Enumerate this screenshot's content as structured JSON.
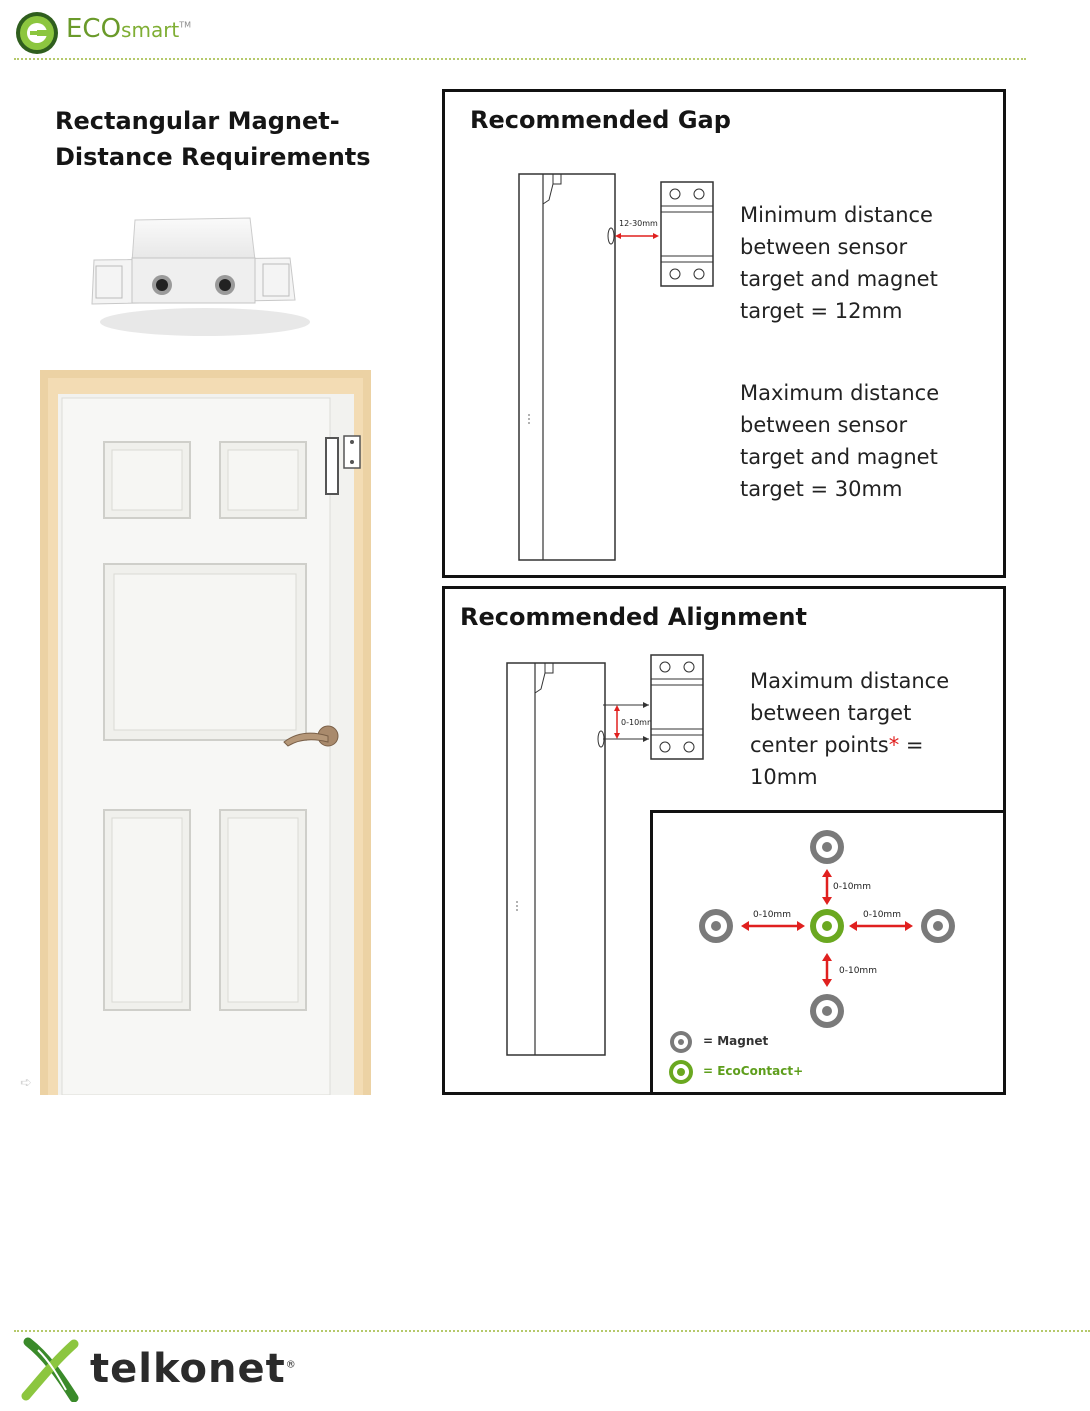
{
  "header": {
    "brand_main": "ECO",
    "brand_small": "smart",
    "brand_tm": "TM"
  },
  "left": {
    "title_line1": "Rectangular Magnet-",
    "title_line2": "Distance Requirements"
  },
  "gap_panel": {
    "title": "Recommended Gap",
    "dim_label": "12-30mm",
    "min_text": [
      "Minimum distance",
      "between sensor",
      "target and magnet",
      "target = 12mm"
    ],
    "max_text": [
      "Maximum distance",
      "between sensor",
      "target and magnet",
      "target = 30mm"
    ]
  },
  "alignment_panel": {
    "title": "Recommended Alignment",
    "dim_label": "0-10mm",
    "text_line1": "Maximum distance",
    "text_line2": "between target",
    "text_line3_a": "center points",
    "text_line3_star": "*",
    "text_line3_b": " =",
    "text_line4": "10mm",
    "diagram": {
      "label_up": "0-10mm",
      "label_left": "0-10mm",
      "label_right": "0-10mm",
      "label_down": "0-10mm",
      "legend_magnet": "= Magnet",
      "legend_contact": "= EcoContact+"
    }
  },
  "footer": {
    "company": "telkonet",
    "reg": "®"
  },
  "colors": {
    "brand_green": "#6a9a2a",
    "arrow_red": "#e0201f",
    "contact_green": "#6aa820",
    "magnet_gray": "#7a7a7a",
    "door_frame": "#e8c89a"
  }
}
